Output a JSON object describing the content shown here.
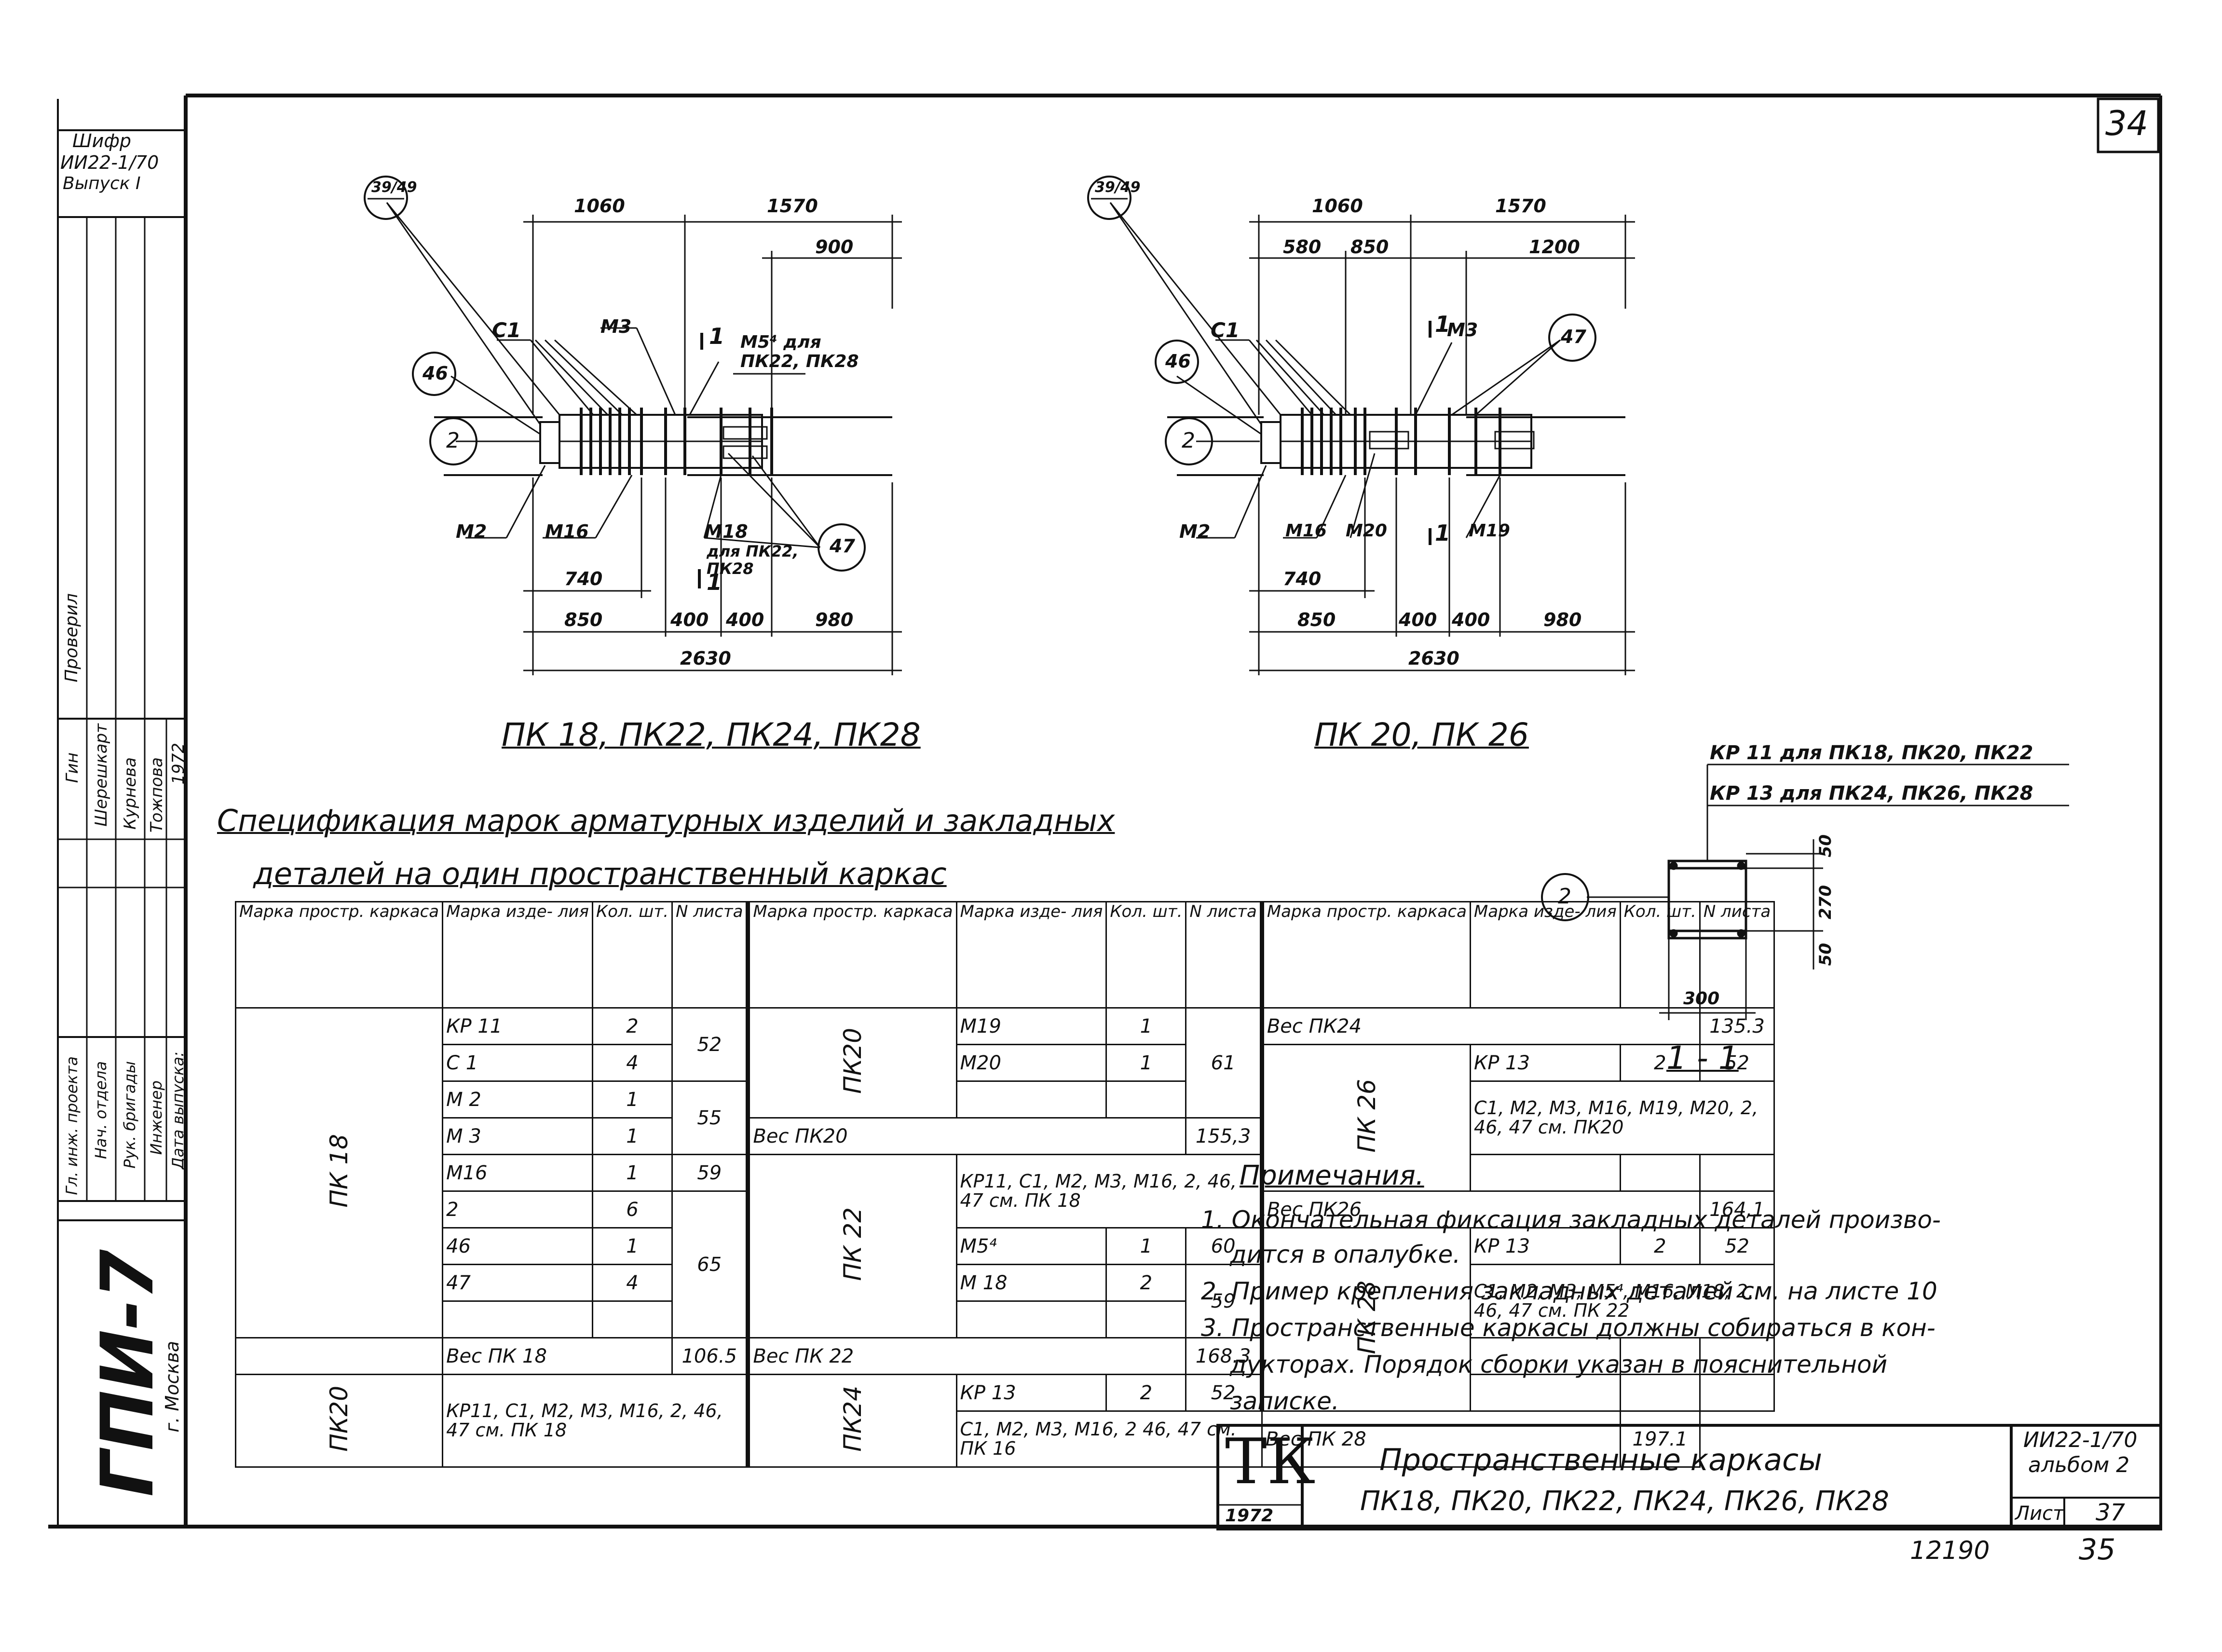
{
  "sheet_number": "34",
  "left_strip": {
    "code_top": "Шифр",
    "code_series": "ИИ22-1/70",
    "code_issue": "Выпуск I",
    "checked": "Проверил",
    "author_names": [
      "Гин",
      "Шерешкарт",
      "Курнева",
      "Тожпова",
      "1972"
    ],
    "roles": [
      "Гл. инж. проекта",
      "Нач. отдела",
      "Рук. бригады",
      "Инженер",
      "Дата выпуска:"
    ],
    "org": "ГПИ-7",
    "city": "г. Москва"
  },
  "drawing1": {
    "dims_top": [
      "1060",
      "1570",
      "900"
    ],
    "dims_bottom": [
      "740",
      "850",
      "400",
      "400",
      "980",
      "2630"
    ],
    "callouts": [
      "39/49",
      "46",
      "2",
      "47"
    ],
    "labels": [
      "С1",
      "М3",
      "М2",
      "М16",
      "М18",
      "для ПК22, ПК28",
      "1",
      "1",
      "М5⁴ для ПК22, ПК28"
    ],
    "title": "ПК 18, ПК22, ПК24, ПК28"
  },
  "drawing2": {
    "dims_top": [
      "1060",
      "1570",
      "580",
      "850",
      "1200"
    ],
    "dims_bottom": [
      "740",
      "850",
      "400",
      "400",
      "980",
      "2630"
    ],
    "callouts": [
      "39/49",
      "46",
      "2",
      "47"
    ],
    "labels": [
      "С1",
      "М3",
      "М2",
      "М16",
      "М20",
      "М19",
      "1",
      "1"
    ],
    "title": "ПК 20, ПК 26"
  },
  "section": {
    "kr_labels": [
      "КР 11 для ПК18, ПК20, ПК22",
      "КР 13 для ПК24, ПК26, ПК28"
    ],
    "dims": [
      "50",
      "270",
      "50",
      "300"
    ],
    "callout": "2",
    "title": "1 - 1"
  },
  "spec": {
    "title_line1": "Спецификация марок арматурных изделий и закладных",
    "title_line2": "деталей на один пространственный каркас",
    "headers": [
      "Марка простр. каркаса",
      "Марка изде- лия",
      "Кол. шт.",
      "N листа"
    ],
    "pk18": {
      "name": "ПК 18",
      "rows": [
        [
          "КР 11",
          "2",
          "52"
        ],
        [
          "С 1",
          "4",
          ""
        ],
        [
          "М 2",
          "1",
          "55"
        ],
        [
          "М 3",
          "1",
          ""
        ],
        [
          "М16",
          "1",
          "59"
        ],
        [
          "2",
          "6",
          "65"
        ],
        [
          "46",
          "1",
          ""
        ],
        [
          "47",
          "4",
          ""
        ],
        [
          "",
          "",
          ""
        ]
      ],
      "weight": "Вес ПК 18",
      "weight_val": "106.5"
    },
    "pk20": {
      "name": "ПК20",
      "text": "КР11, С1, М2, М3, М16, 2, 46, 47 см. ПК 18"
    },
    "pk20b": {
      "name": "ПК20",
      "rows": [
        [
          "М19",
          "1"
        ],
        [
          "М20",
          "1"
        ]
      ],
      "sheet": "61",
      "weight": "Вес ПК20",
      "weight_val": "155,3"
    },
    "pk22": {
      "name": "ПК 22",
      "text": "КР11, С1, М2, М3, М16, 2, 46, 47 см. ПК 18",
      "rows": [
        [
          "М5⁴",
          "1",
          "60"
        ],
        [
          "М 18",
          "2",
          "59"
        ],
        [
          "",
          "",
          ""
        ]
      ],
      "weight": "Вес ПК 22",
      "weight_val": "168.3"
    },
    "pk24": {
      "name": "ПК24",
      "rows": [
        [
          "КР 13",
          "2",
          "52"
        ]
      ],
      "text": "С1, М2, М3, М16, 2 46, 47 см. ПК 16"
    },
    "pk24w": {
      "weight": "Вес ПК24",
      "weight_val": "135.3"
    },
    "pk26": {
      "name": "ПК 26",
      "rows": [
        [
          "КР 13",
          "2",
          "52"
        ]
      ],
      "text": "С1, М2, М3, М16, М19, М20, 2, 46, 47 см. ПК20",
      "weight": "Вес ПК26",
      "weight_val": "164,1"
    },
    "pk28": {
      "name": "ПК 28",
      "rows": [
        [
          "КР 13",
          "2",
          "52"
        ]
      ],
      "text": "С1, М2, М3, М5⁴, М16, М18, 2, 46, 47 см. ПК 22",
      "weight": "Вес ПК 28",
      "weight_val": "197.1"
    }
  },
  "notes": {
    "title": "Примечания.",
    "items": [
      "1. Окончательная фиксация закладных деталей произво-",
      "дится в опалубке.",
      "2. Пример крепления закладных деталей см. на листе 10",
      "3. Пространственные каркасы должны собираться в кон-",
      "дукторах. Порядок сборки указан в пояснительной",
      "записке."
    ]
  },
  "stamp": {
    "logo": "ТК",
    "year": "1972",
    "title_line1": "Пространственные каркасы",
    "title_line2": "ПК18, ПК20, ПК22, ПК24, ПК26, ПК28",
    "series": "ИИ22-1/70",
    "album": "альбом 2",
    "sheet_label": "Лист",
    "sheet": "37"
  },
  "footer": {
    "archive": "12190",
    "page": "35"
  }
}
